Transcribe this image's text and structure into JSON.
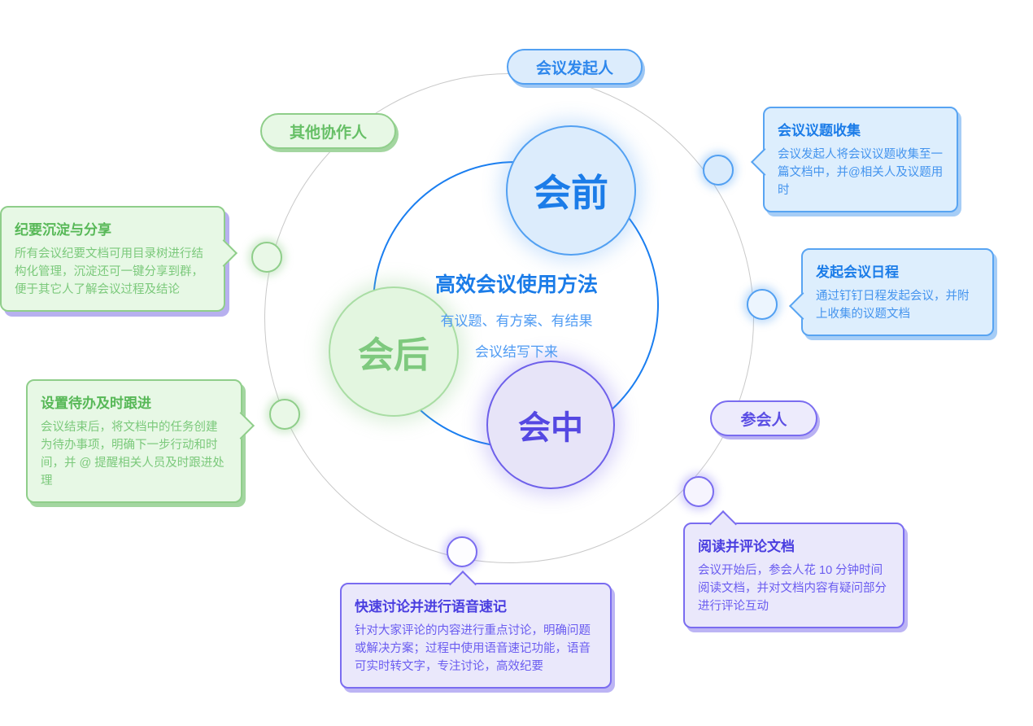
{
  "center": {
    "title": "高效会议使用方法",
    "subtitle1": "有议题、有方案、有结果",
    "subtitle2": "会议结写下来"
  },
  "phases": {
    "before": {
      "label": "会前"
    },
    "during": {
      "label": "会中"
    },
    "after": {
      "label": "会后"
    }
  },
  "roles": {
    "organizer": {
      "label": "会议发起人"
    },
    "collaborators": {
      "label": "其他协作人"
    },
    "participants": {
      "label": "参会人"
    }
  },
  "callouts": {
    "topic_collection": {
      "title": "会议议题收集",
      "body": "会议发起人将会议议题收集至一篇文档中，并@相关人及议题用时"
    },
    "schedule": {
      "title": "发起会议日程",
      "body": "通过钉钉日程发起会议，并附上收集的议题文档"
    },
    "read_comment": {
      "title": "阅读并评论文档",
      "body": "会议开始后，参会人花 10 分钟时间阅读文档，并对文档内容有疑问部分进行评论互动"
    },
    "discuss_shorthand": {
      "title": "快速讨论并进行语音速记",
      "body": "针对大家评论的内容进行重点讨论，明确问题或解决方案；过程中使用语音速记功能，语音可实时转文字，专注讨论，高效纪要"
    },
    "todo_followup": {
      "title": "设置待办及时跟进",
      "body": "会议结束后，将文档中的任务创建为待办事项，明确下一步行动和时间，并 @ 提醒相关人员及时跟进处理"
    },
    "share_minutes": {
      "title": "纪要沉淀与分享",
      "body": "所有会议纪要文档可用目录树进行结构化管理，沉淀还可一键分享到群，便于其它人了解会议过程及结论"
    }
  },
  "colors": {
    "blue_accent": "#1b7ce8",
    "blue_border": "#52a0f2",
    "blue_fill": "#dcecfc",
    "purple_accent": "#5548e2",
    "purple_border": "#7a6cf0",
    "purple_fill": "#eae8fb",
    "green_accent": "#66bf66",
    "green_border": "#8fce8a",
    "green_fill": "#e7f8e5",
    "inner_ring": "#1a7ef0",
    "outer_ring": "#c9c9c9",
    "lavender_shadow": "#b7b0ef"
  }
}
